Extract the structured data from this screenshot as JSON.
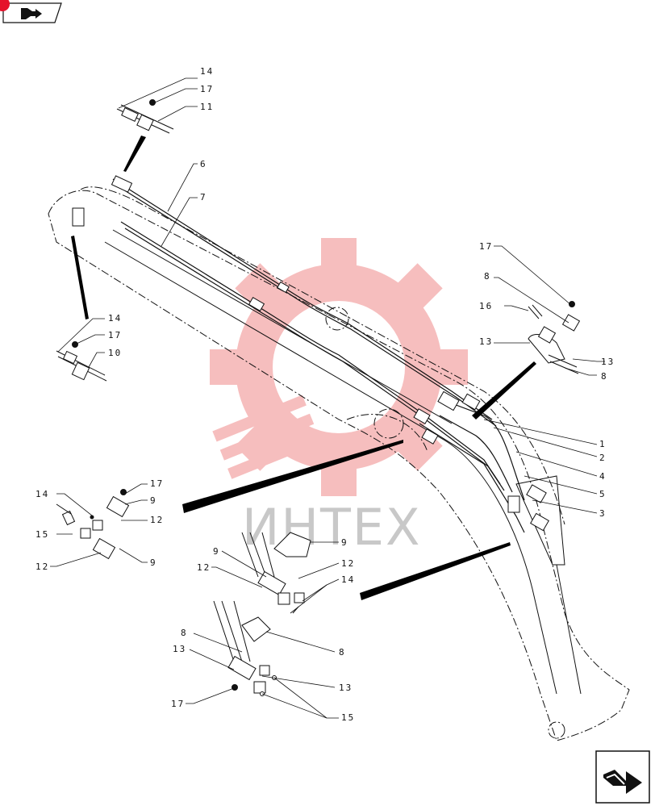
{
  "watermark": {
    "text": "ИНТЕХ",
    "gear_color": "#f08a8a"
  },
  "colors": {
    "line": "#111111",
    "badge": "#e5122b",
    "watermark_text": "#c8c8c8"
  },
  "nav": {
    "top_icon": "arrow-tab-icon",
    "bottom_icon": "back-arrow-icon"
  },
  "callouts": [
    {
      "id": "c14a",
      "text": "14"
    },
    {
      "id": "c17a",
      "text": "17"
    },
    {
      "id": "c11",
      "text": "11"
    },
    {
      "id": "c6",
      "text": "6"
    },
    {
      "id": "c7",
      "text": "7"
    },
    {
      "id": "c14b",
      "text": "14"
    },
    {
      "id": "c17b",
      "text": "17"
    },
    {
      "id": "c10",
      "text": "10"
    },
    {
      "id": "c17c",
      "text": "17"
    },
    {
      "id": "c8a",
      "text": "8"
    },
    {
      "id": "c16",
      "text": "16"
    },
    {
      "id": "c13a",
      "text": "13"
    },
    {
      "id": "c13b",
      "text": "13"
    },
    {
      "id": "c8b",
      "text": "8"
    },
    {
      "id": "c1",
      "text": "1"
    },
    {
      "id": "c2",
      "text": "2"
    },
    {
      "id": "c4",
      "text": "4"
    },
    {
      "id": "c5",
      "text": "5"
    },
    {
      "id": "c3",
      "text": "3"
    },
    {
      "id": "c17d",
      "text": "17"
    },
    {
      "id": "c14c",
      "text": "14"
    },
    {
      "id": "c9a",
      "text": "9"
    },
    {
      "id": "c12a",
      "text": "12"
    },
    {
      "id": "c15a",
      "text": "15"
    },
    {
      "id": "c12b",
      "text": "12"
    },
    {
      "id": "c9b",
      "text": "9"
    },
    {
      "id": "c9c",
      "text": "9"
    },
    {
      "id": "c9d",
      "text": "9"
    },
    {
      "id": "c12c",
      "text": "12"
    },
    {
      "id": "c12d",
      "text": "12"
    },
    {
      "id": "c14d",
      "text": "14"
    },
    {
      "id": "c8c",
      "text": "8"
    },
    {
      "id": "c8d",
      "text": "8"
    },
    {
      "id": "c13c",
      "text": "13"
    },
    {
      "id": "c13d",
      "text": "13"
    },
    {
      "id": "c17e",
      "text": "17"
    },
    {
      "id": "c15b",
      "text": "15"
    }
  ]
}
